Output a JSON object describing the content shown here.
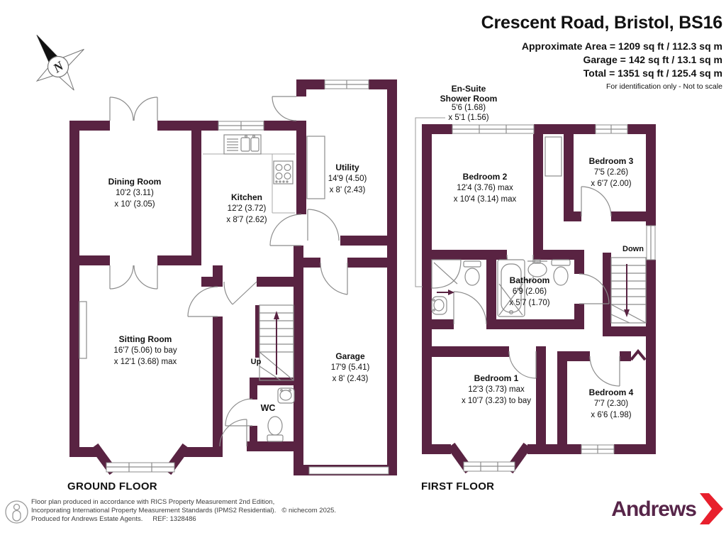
{
  "header": {
    "title": "Crescent Road, Bristol, BS16",
    "area_line1": "Approximate Area = 1209 sq ft / 112.3 sq m",
    "area_line2": "Garage = 142 sq ft / 13.1 sq m",
    "area_line3": "Total = 1351 sq ft / 125.4 sq m",
    "note": "For identification only - Not to scale"
  },
  "compass": {
    "label": "N"
  },
  "ground_floor": {
    "label": "GROUND FLOOR",
    "rooms": {
      "dining": {
        "name": "Dining Room",
        "dim1": "10'2 (3.11)",
        "dim2": "x 10' (3.05)"
      },
      "kitchen": {
        "name": "Kitchen",
        "dim1": "12'2 (3.72)",
        "dim2": "x 8'7 (2.62)"
      },
      "utility": {
        "name": "Utility",
        "dim1": "14'9 (4.50)",
        "dim2": "x 8' (2.43)"
      },
      "sitting": {
        "name": "Sitting Room",
        "dim1": "16'7 (5.06) to bay",
        "dim2": "x 12'1 (3.68) max"
      },
      "garage": {
        "name": "Garage",
        "dim1": "17'9 (5.41)",
        "dim2": "x 8' (2.43)"
      },
      "wc": {
        "name": "WC"
      },
      "stairs_label": "Up"
    }
  },
  "first_floor": {
    "label": "FIRST FLOOR",
    "ensuite_callout": {
      "line1": "En-Suite",
      "line2": "Shower Room",
      "line3": "5'6 (1.68)",
      "line4": "x 5'1 (1.56)"
    },
    "rooms": {
      "bedroom2": {
        "name": "Bedroom 2",
        "dim1": "12'4 (3.76) max",
        "dim2": "x 10'4 (3.14) max"
      },
      "bedroom3": {
        "name": "Bedroom 3",
        "dim1": "7'5 (2.26)",
        "dim2": "x 6'7 (2.00)"
      },
      "bathroom": {
        "name": "Bathroom",
        "dim1": "6'9 (2.06)",
        "dim2": "x 5'7 (1.70)"
      },
      "bedroom1": {
        "name": "Bedroom 1",
        "dim1": "12'3 (3.73) max",
        "dim2": "x 10'7 (3.23) to bay"
      },
      "bedroom4": {
        "name": "Bedroom 4",
        "dim1": "7'7 (2.30)",
        "dim2": "x 6'6 (1.98)"
      },
      "stairs_label": "Down"
    }
  },
  "footer": {
    "disclaimer_line1": "Floor plan produced in accordance with RICS Property Measurement 2nd Edition,",
    "disclaimer_line2": "Incorporating International Property Measurement Standards (IPMS2 Residential).",
    "copyright": "© nichecom 2025.",
    "disclaimer_line3": "Produced for Andrews Estate Agents.",
    "ref": "REF: 1328486",
    "brand": "Andrews"
  },
  "colors": {
    "wall": "#592342",
    "brand_text": "#572549",
    "brand_chevron": "#e8202d"
  }
}
